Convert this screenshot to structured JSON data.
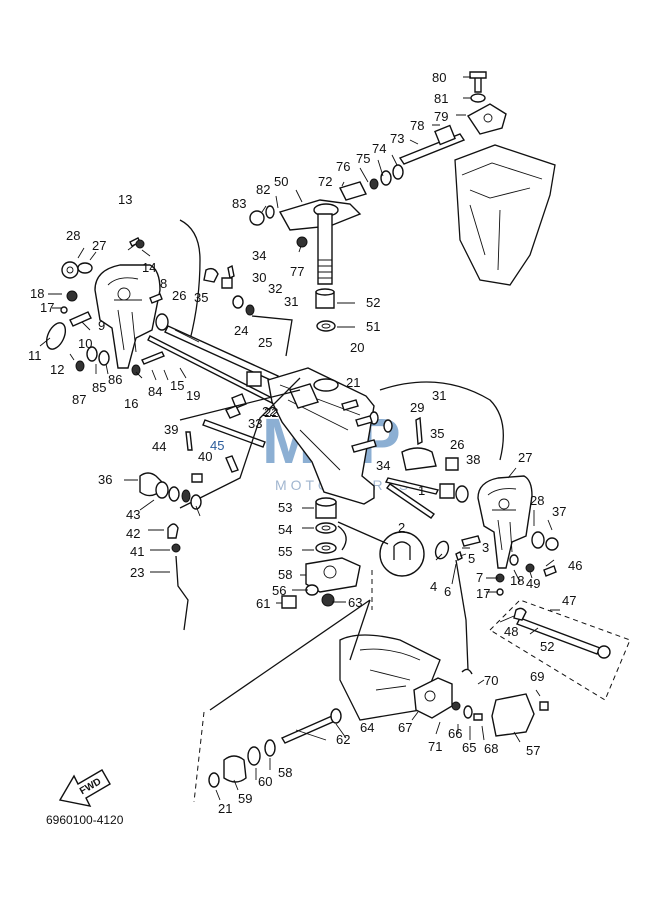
{
  "diagram": {
    "code": "6960100-4120",
    "fwd_label": "FWD",
    "watermark": {
      "main": "MSP",
      "sub": "MOTORPARTS"
    },
    "part_numbers": [
      "80",
      "81",
      "79",
      "78",
      "73",
      "74",
      "75",
      "76",
      "72",
      "82",
      "50",
      "83",
      "77",
      "13",
      "14",
      "28",
      "27",
      "18",
      "17",
      "11",
      "10",
      "12",
      "8",
      "9",
      "26",
      "34",
      "30",
      "35",
      "32",
      "31",
      "52",
      "51",
      "24",
      "25",
      "86",
      "85",
      "87",
      "84",
      "16",
      "15",
      "19",
      "20",
      "21",
      "22",
      "33",
      "39",
      "45",
      "44",
      "40",
      "36",
      "43",
      "42",
      "41",
      "23",
      "34",
      "31",
      "29",
      "35",
      "26",
      "38",
      "1",
      "27",
      "28",
      "37",
      "2",
      "3",
      "5",
      "4",
      "6",
      "7",
      "17",
      "18",
      "49",
      "46",
      "47",
      "48",
      "52",
      "53",
      "54",
      "55",
      "58",
      "56",
      "63",
      "61",
      "62",
      "64",
      "67",
      "71",
      "66",
      "65",
      "68",
      "70",
      "69",
      "57",
      "59",
      "60",
      "58",
      "21",
      "22"
    ]
  }
}
